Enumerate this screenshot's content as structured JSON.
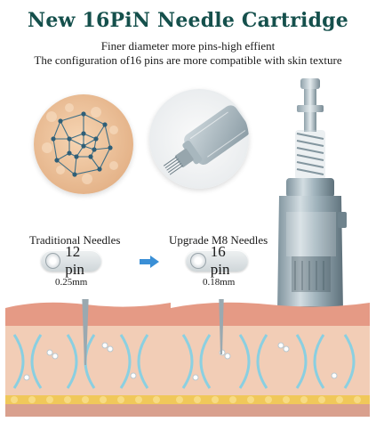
{
  "header": {
    "title": "New 16PiN Needle Cartridge",
    "subtitle_line1": "Finer diameter more pins-high effient",
    "subtitle_line2": "The configuration of16 pins are more compatible with skin texture"
  },
  "comparison": {
    "traditional": {
      "label": "Traditional Needles",
      "pins": "12 pin",
      "diameter": "0.25mm"
    },
    "upgrade": {
      "label": "Upgrade M8 Needles",
      "pins": "16 pin",
      "diameter": "0.18mm"
    }
  },
  "colors": {
    "title": "#15504c",
    "skin_top": "#e59a85",
    "skin_mid": "#f2cdb6",
    "fat": "#f0c85a",
    "fiber": "#7fd0e6",
    "arrow": "#3a8fd6"
  },
  "icons": {
    "arrow": "arrow-right-icon",
    "pin_dot": "pin-dot-icon"
  }
}
